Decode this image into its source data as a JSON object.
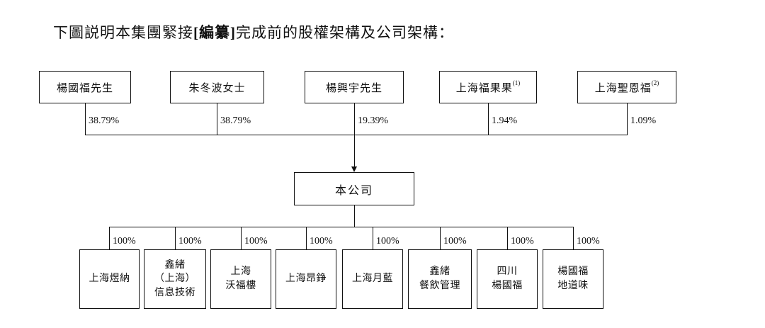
{
  "title": {
    "prefix": "下圖説明本集團緊接",
    "bracket": "[編纂]",
    "suffix": "完成前的股權架構及公司架構："
  },
  "company": {
    "name": "本公司"
  },
  "shareholders": [
    {
      "name": "楊國福先生",
      "sup": "",
      "pct": "38.79%"
    },
    {
      "name": "朱冬波女士",
      "sup": "",
      "pct": "38.79%"
    },
    {
      "name": "楊興宇先生",
      "sup": "",
      "pct": "19.39%"
    },
    {
      "name": "上海福果果",
      "sup": "(1)",
      "pct": "1.94%"
    },
    {
      "name": "上海聖恩福",
      "sup": "(2)",
      "pct": "1.09%"
    }
  ],
  "subsidiaries": [
    {
      "name": "上海煜納",
      "pct": "100%"
    },
    {
      "name": "鑫緒\n（上海）\n信息技術",
      "pct": "100%"
    },
    {
      "name": "上海\n沃福樓",
      "pct": "100%"
    },
    {
      "name": "上海昂錚",
      "pct": "100%"
    },
    {
      "name": "上海月藍",
      "pct": "100%"
    },
    {
      "name": "鑫緒\n餐飲管理",
      "pct": "100%"
    },
    {
      "name": "四川\n楊國福",
      "pct": "100%"
    },
    {
      "name": "楊國福\n地道味",
      "pct": "100%"
    }
  ]
}
